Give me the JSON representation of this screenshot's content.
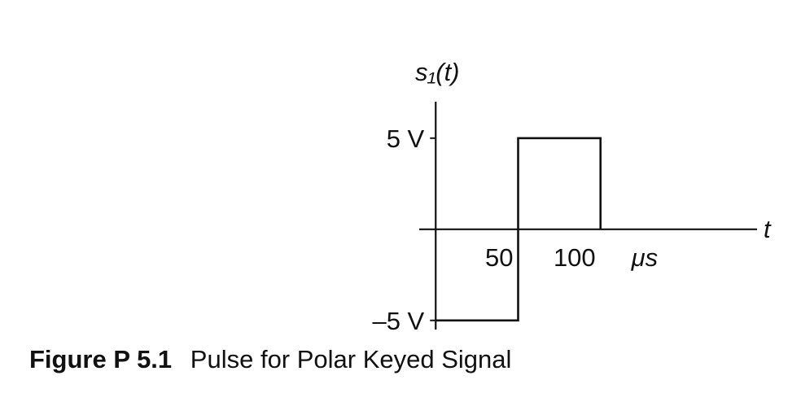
{
  "chart_data": {
    "type": "line",
    "title": "",
    "ylabel": "s₁(t)",
    "xlabel": "t",
    "x_unit": "μs",
    "y_unit": "V",
    "xlim": [
      -10,
      195
    ],
    "ylim": [
      -5.5,
      7
    ],
    "x_ticks": [
      {
        "value": 50,
        "label": "50"
      },
      {
        "value": 100,
        "label": "100"
      }
    ],
    "y_ticks": [
      {
        "value": 5,
        "label": "5 V"
      },
      {
        "value": -5,
        "label": "–5 V"
      }
    ],
    "series": [
      {
        "x": [
          0,
          50,
          50,
          100,
          100
        ],
        "y": [
          -5,
          -5,
          5,
          5,
          0
        ]
      }
    ],
    "grid": false,
    "legend": "none"
  },
  "caption": {
    "figure_number": "Figure P 5.1",
    "text": "Pulse for Polar Keyed Signal"
  }
}
